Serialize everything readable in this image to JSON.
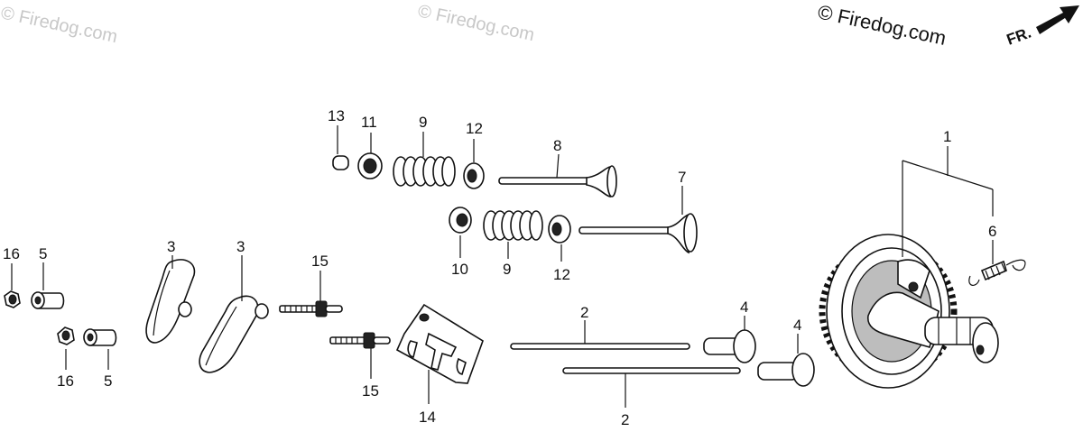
{
  "watermarks": [
    "© Firedog.com",
    "© Firedog.com",
    "© Firedog.com"
  ],
  "fr_label": "FR.",
  "labels": {
    "p1": "1",
    "p2a": "2",
    "p2b": "2",
    "p3a": "3",
    "p3b": "3",
    "p4a": "4",
    "p4b": "4",
    "p5a": "5",
    "p5b": "5",
    "p6": "6",
    "p7": "7",
    "p8": "8",
    "p9a": "9",
    "p9b": "9",
    "p10": "10",
    "p11": "11",
    "p12a": "12",
    "p12b": "12",
    "p13": "13",
    "p14": "14",
    "p15a": "15",
    "p15b": "15",
    "p16a": "16",
    "p16b": "16"
  }
}
